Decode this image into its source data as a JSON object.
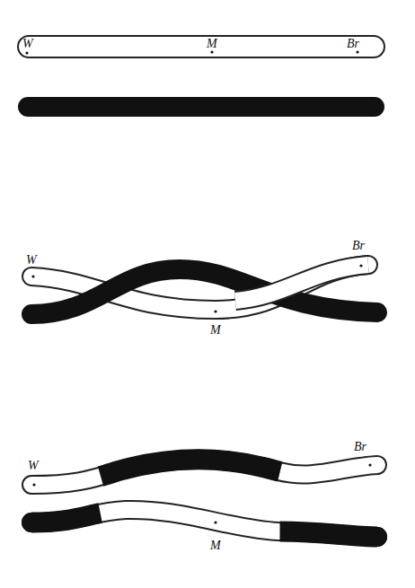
{
  "diagram": {
    "labels": [
      "W",
      "M",
      "Br",
      "W",
      "Br",
      "M",
      "W",
      "Br",
      "M"
    ]
  }
}
